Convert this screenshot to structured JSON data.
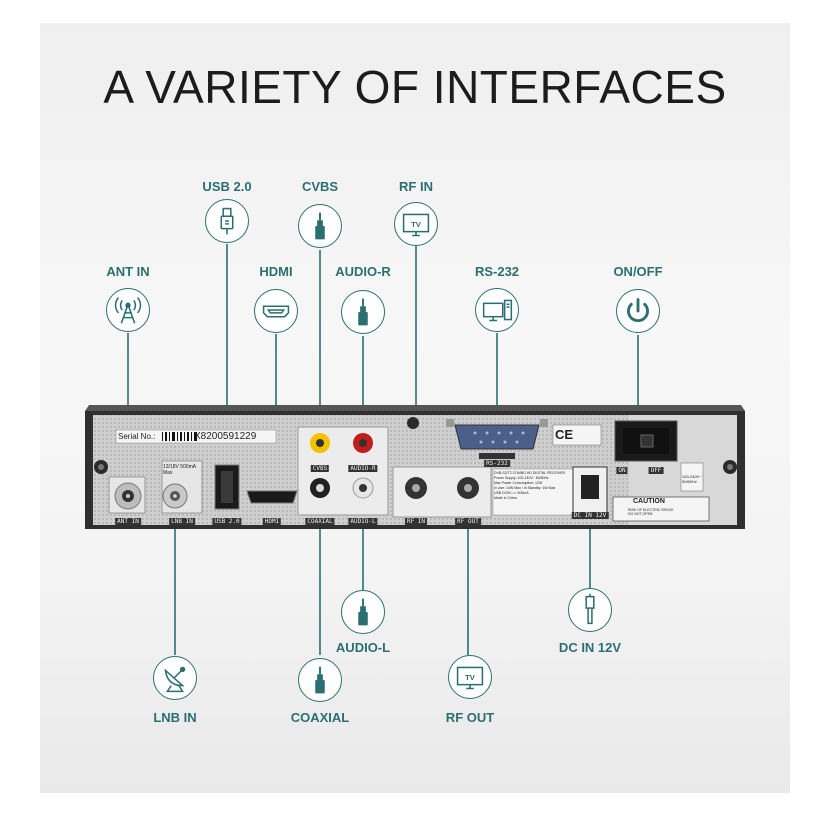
{
  "title": "A VARIETY OF INTERFACES",
  "interfaces": [
    {
      "id": "ant_in",
      "label": "ANT IN",
      "icon": "antenna-icon"
    },
    {
      "id": "usb",
      "label": "USB 2.0",
      "icon": "usb-icon"
    },
    {
      "id": "hdmi",
      "label": "HDMI",
      "icon": "hdmi-icon"
    },
    {
      "id": "cvbs",
      "label": "CVBS",
      "icon": "rca-plug-icon"
    },
    {
      "id": "audio_r",
      "label": "AUDIO-R",
      "icon": "rca-plug-icon"
    },
    {
      "id": "rf_in",
      "label": "RF IN",
      "icon": "tv-icon"
    },
    {
      "id": "rs232",
      "label": "RS-232",
      "icon": "computer-icon"
    },
    {
      "id": "onoff",
      "label": "ON/OFF",
      "icon": "power-icon"
    },
    {
      "id": "lnb_in",
      "label": "LNB IN",
      "icon": "satellite-dish-icon"
    },
    {
      "id": "coaxial",
      "label": "COAXIAL",
      "icon": "rca-plug-icon"
    },
    {
      "id": "audio_l",
      "label": "AUDIO-L",
      "icon": "rca-plug-icon"
    },
    {
      "id": "rf_out",
      "label": "RF OUT",
      "icon": "tv-icon"
    },
    {
      "id": "dc_in",
      "label": "DC IN 12V",
      "icon": "dc-plug-icon"
    }
  ],
  "device": {
    "serial_label": "Serial No.:",
    "serial_number": "X8200591229",
    "port_labels": {
      "ant_in": "ANT IN",
      "lnb_in": "LNB IN",
      "usb": "USB 2.0",
      "hdmi": "HDMI",
      "cvbs": "CVBS",
      "audio_r": "AUDIO-R",
      "coaxial": "COAXIAL",
      "audio_l": "AUDIO-L",
      "rf_in": "RF IN",
      "rf_out": "RF OUT",
      "rs232": "RS-232",
      "dc_in": "DC IN 12V",
      "on": "ON",
      "off": "OFF",
      "lnb_rating": "13/18V 500mA Max"
    },
    "ce_mark": "CE",
    "caution": "CAUTION",
    "caution_text": "RISK OF ELECTRIC SHOCK DO NOT OPEN",
    "voltage_text": "100-240V~ 50/60Hz",
    "spec_lines": [
      "DVB-S2/T2 COMBO HD DIGITAL RECEIVER",
      "Power Supply: 100-240V~ 50/60Hz",
      "Max Power Consumption: 12W",
      "In Use: 10W Max / In Standby: 1W Max",
      "USB DC5V == 500mA",
      "Made in China"
    ]
  },
  "colors": {
    "accent": "#2b6f72",
    "chassis": "#3a3a3a",
    "panel": "#c9c9c9",
    "rca_yellow": "#f2c200",
    "rca_red": "#c21d1d",
    "rca_white": "#e6e6e6"
  }
}
